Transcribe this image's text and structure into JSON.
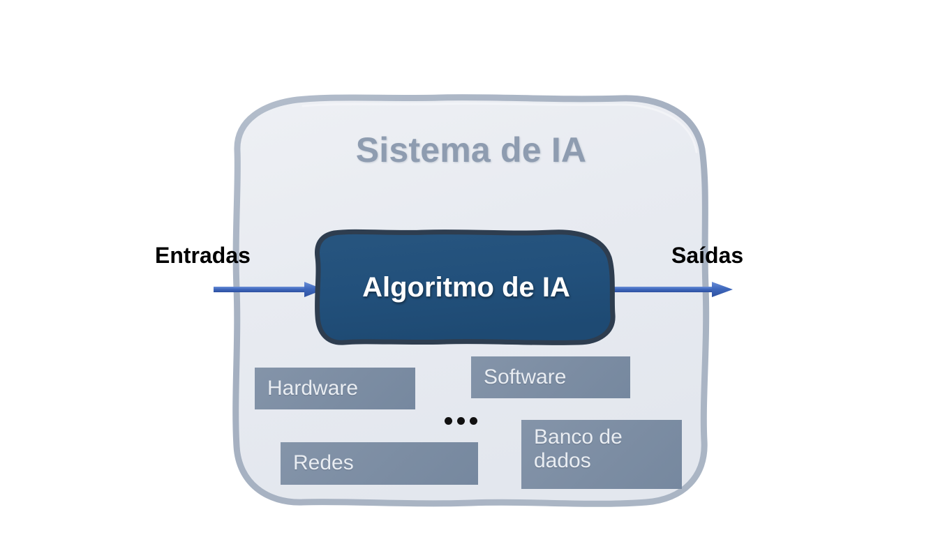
{
  "diagram": {
    "title": "Sistema de IA",
    "background_color": "#ffffff",
    "container": {
      "name": "Sistema de IA",
      "fill_color": "#e9ecf1",
      "border_color": "#a9b4c4"
    },
    "core": {
      "label": "Algoritmo de IA",
      "fill_color": "#23527c",
      "border_color": "#2f3f52",
      "text_color": "#ffffff"
    },
    "io": {
      "input_label": "Entradas",
      "output_label": "Saídas",
      "arrow_color": "#3b63b5"
    },
    "components": [
      {
        "label": "Hardware",
        "fill_color": "#7f90a6"
      },
      {
        "label": "Software",
        "fill_color": "#7f90a6"
      },
      {
        "label": "Redes",
        "fill_color": "#7f90a6"
      },
      {
        "label": "Banco de dados",
        "fill_color": "#7f90a6"
      }
    ],
    "ellipsis": "•••",
    "icons": {
      "arrow_right": "arrow-right-icon",
      "ellipsis": "ellipsis-icon"
    }
  }
}
